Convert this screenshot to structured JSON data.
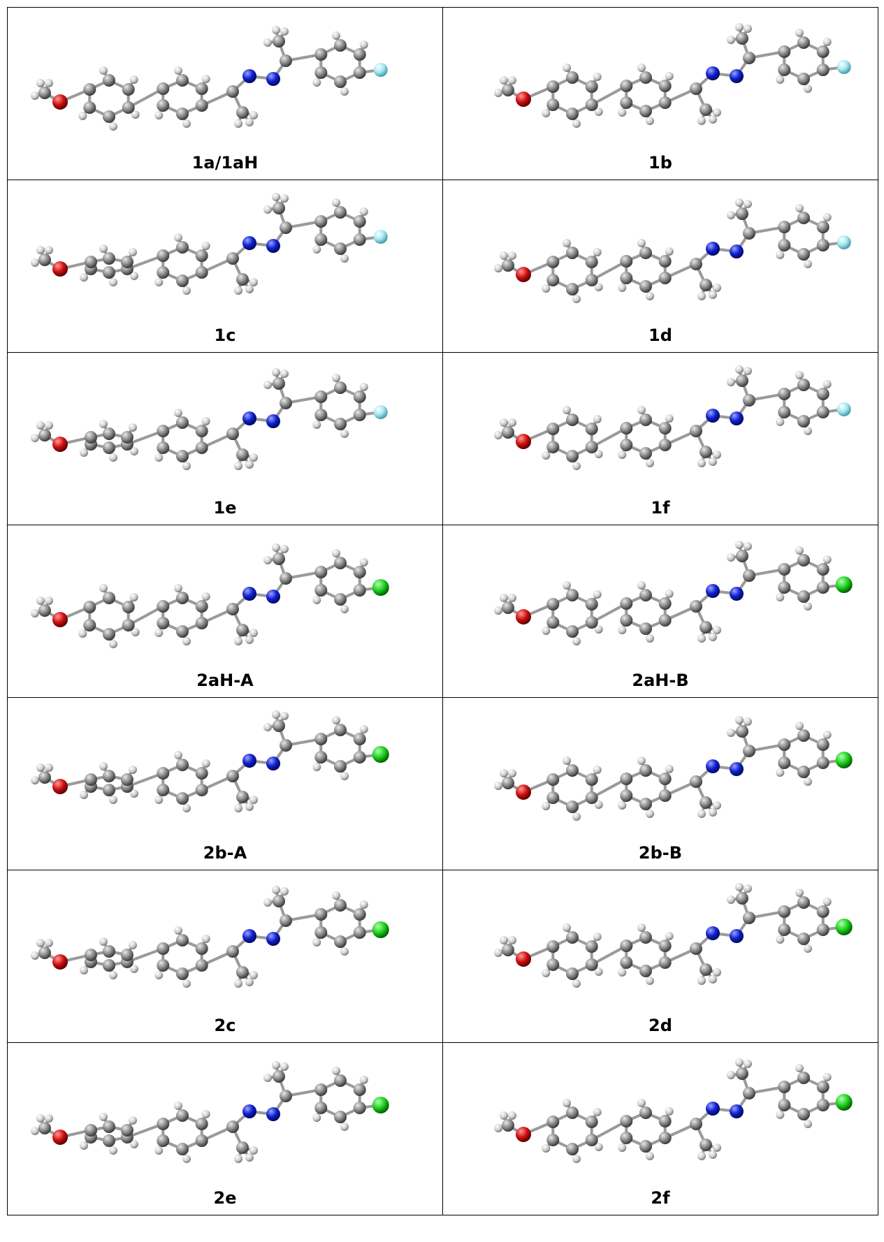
{
  "table": {
    "cells": [
      {
        "label": "1a/1aH",
        "halogen": "F"
      },
      {
        "label": "1b",
        "halogen": "F"
      },
      {
        "label": "1c",
        "halogen": "F"
      },
      {
        "label": "1d",
        "halogen": "F"
      },
      {
        "label": "1e",
        "halogen": "F"
      },
      {
        "label": "1f",
        "halogen": "F"
      },
      {
        "label": "2aH-A",
        "halogen": "Cl"
      },
      {
        "label": "2aH-B",
        "halogen": "Cl"
      },
      {
        "label": "2b-A",
        "halogen": "Cl"
      },
      {
        "label": "2b-B",
        "halogen": "Cl"
      },
      {
        "label": "2c",
        "halogen": "Cl"
      },
      {
        "label": "2d",
        "halogen": "Cl"
      },
      {
        "label": "2e",
        "halogen": "Cl"
      },
      {
        "label": "2f",
        "halogen": "Cl"
      }
    ]
  },
  "colors": {
    "carbon": "#8a8a8a",
    "hydrogen": "#d4d4d4",
    "oxygen": "#d01010",
    "nitrogen": "#1020d0",
    "fluorine": "#a0e8f0",
    "chlorine": "#20d020",
    "bond": "#9a9a9a"
  }
}
